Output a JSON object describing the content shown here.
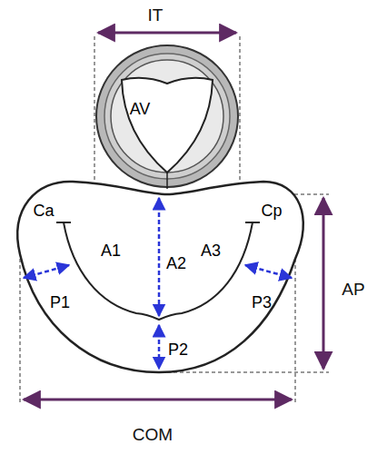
{
  "diagram": {
    "nodes": [
      {
        "text": [
          "AV"
        ]
      }
    ],
    "labels": [
      "IT",
      "Ca",
      "Cp",
      "A1",
      "A2",
      "A3",
      "P1",
      "P2",
      "P3",
      "AP",
      "COM"
    ]
  }
}
